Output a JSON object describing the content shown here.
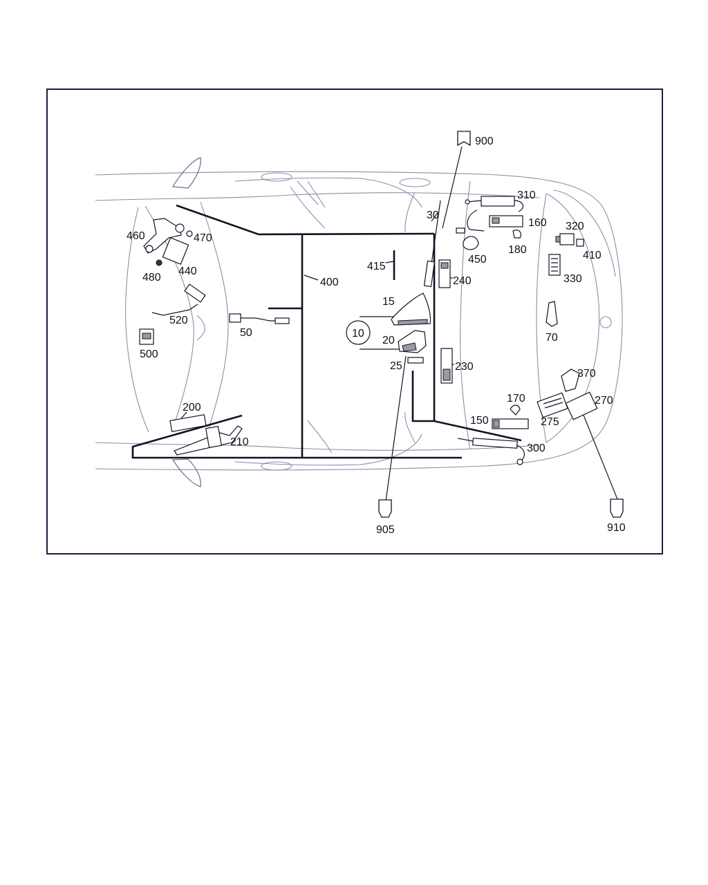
{
  "labels": {
    "p10": "10",
    "p15": "15",
    "p20": "20",
    "p25": "25",
    "p30": "30",
    "p50": "50",
    "p70": "70",
    "p150": "150",
    "p160": "160",
    "p170": "170",
    "p180": "180",
    "p200": "200",
    "p210": "210",
    "p230": "230",
    "p240": "240",
    "p270": "270",
    "p275": "275",
    "p300": "300",
    "p310": "310",
    "p320": "320",
    "p330": "330",
    "p370": "370",
    "p400": "400",
    "p410": "410",
    "p415": "415",
    "p440": "440",
    "p450": "450",
    "p460": "460",
    "p470": "470",
    "p480": "480",
    "p500": "500",
    "p520": "520",
    "p900": "900",
    "p905": "905",
    "p910": "910"
  },
  "colors": {
    "frame": "#1c1c40",
    "car_outline": "#8c8ca8",
    "harness": "#111122"
  }
}
